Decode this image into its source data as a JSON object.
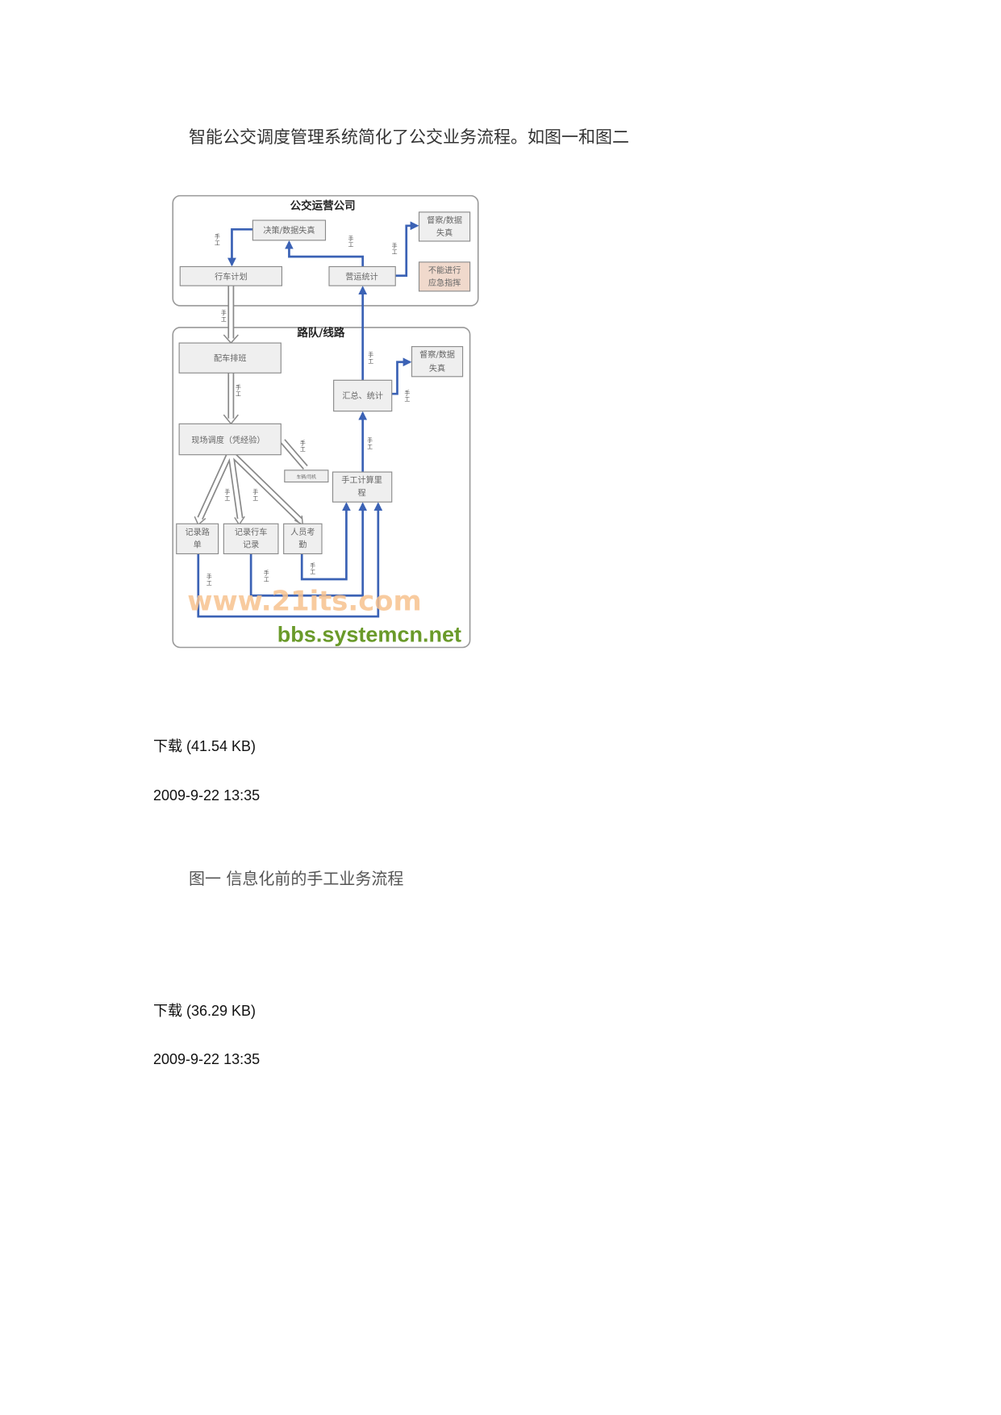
{
  "intro": "智能公交调度管理系统简化了公交业务流程。如图一和图二",
  "diagram": {
    "company_title": "公交运营公司",
    "route_title": "路队/线路",
    "boxes": {
      "decision": "决策/数据失真",
      "plan": "行车计划",
      "ops_stats": "营运统计",
      "supervise_top_1": "督察/数据",
      "supervise_top_2": "失真",
      "no_emergency_1": "不能进行",
      "no_emergency_2": "应急指挥",
      "dispatch": "配车排班",
      "summary": "汇总、统计",
      "supervise_bot_1": "督察/数据",
      "supervise_bot_2": "失真",
      "onsite": "现场调度（凭经验）",
      "vehicle": "车辆/司机",
      "mileage_1": "手工计算里",
      "mileage_2": "程",
      "waybill_1": "记录路",
      "waybill_2": "单",
      "trip_1": "记录行车",
      "trip_2": "记录",
      "attendance_1": "人员考",
      "attendance_2": "勤"
    },
    "manual_tag_1": "手",
    "manual_tag_2": "工",
    "watermark_1": "www.21its.com",
    "watermark_2": "bbs.systemcn.net",
    "colors": {
      "flow": "#3b62b5",
      "warn": "#f0d9cc",
      "wm1": "#f7c28f",
      "wm2": "#6a9a2a"
    }
  },
  "attachments": [
    {
      "download": "下载  (41.54 KB)",
      "date": "2009-9-22 13:35"
    },
    {
      "download": "下载  (36.29 KB)",
      "date": "2009-9-22 13:35"
    }
  ],
  "caption": "图一  信息化前的手工业务流程"
}
